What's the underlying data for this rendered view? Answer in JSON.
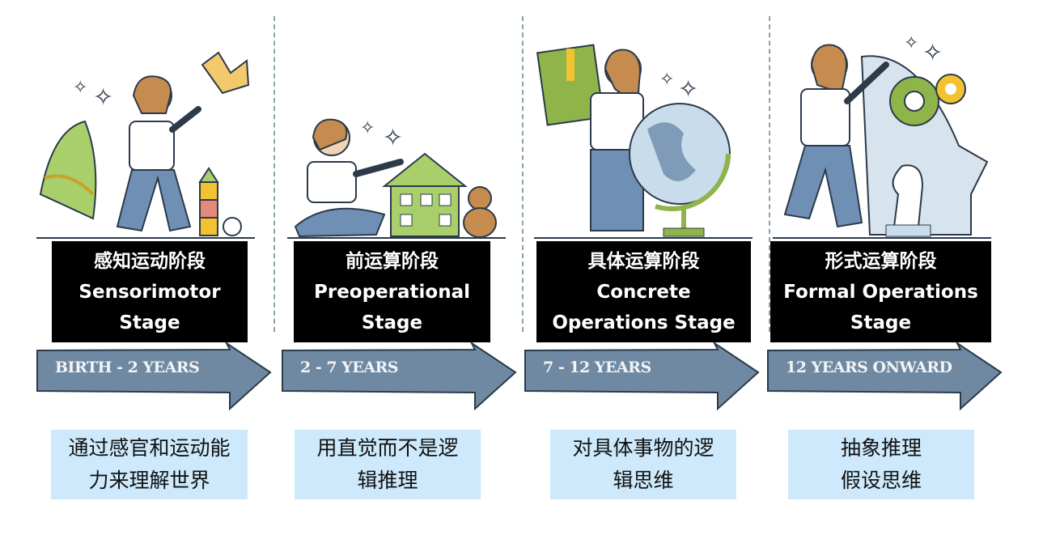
{
  "stages": [
    {
      "zh": "感知运动阶段",
      "en_lines": [
        "Sensorimotor",
        "Stage"
      ],
      "age": "BIRTH - 2 YEARS",
      "desc_lines": [
        "通过感官和运动能",
        "力来理解世界"
      ]
    },
    {
      "zh": "前运算阶段",
      "en_lines": [
        "Preoperational",
        "Stage"
      ],
      "age": "2 - 7 YEARS",
      "desc_lines": [
        "用直觉而不是逻",
        "辑推理"
      ]
    },
    {
      "zh": "具体运算阶段",
      "en_lines": [
        "Concrete",
        "Operations Stage"
      ],
      "age": "7 - 12 YEARS",
      "desc_lines": [
        "对具体事物的逻",
        "辑思维"
      ]
    },
    {
      "zh": "形式运算阶段",
      "en_lines": [
        "Formal Operations",
        "Stage"
      ],
      "age": "12 YEARS ONWARD",
      "desc_lines": [
        "抽象推理",
        "假设思维"
      ]
    }
  ],
  "colors": {
    "arrow": "#6f89a2",
    "arrow_outline": "#2c3a4a",
    "desc_bg": "#cde9fb",
    "title_bg": "#000000",
    "accent_green": "#8fb54a",
    "accent_yellow": "#f2c230"
  }
}
